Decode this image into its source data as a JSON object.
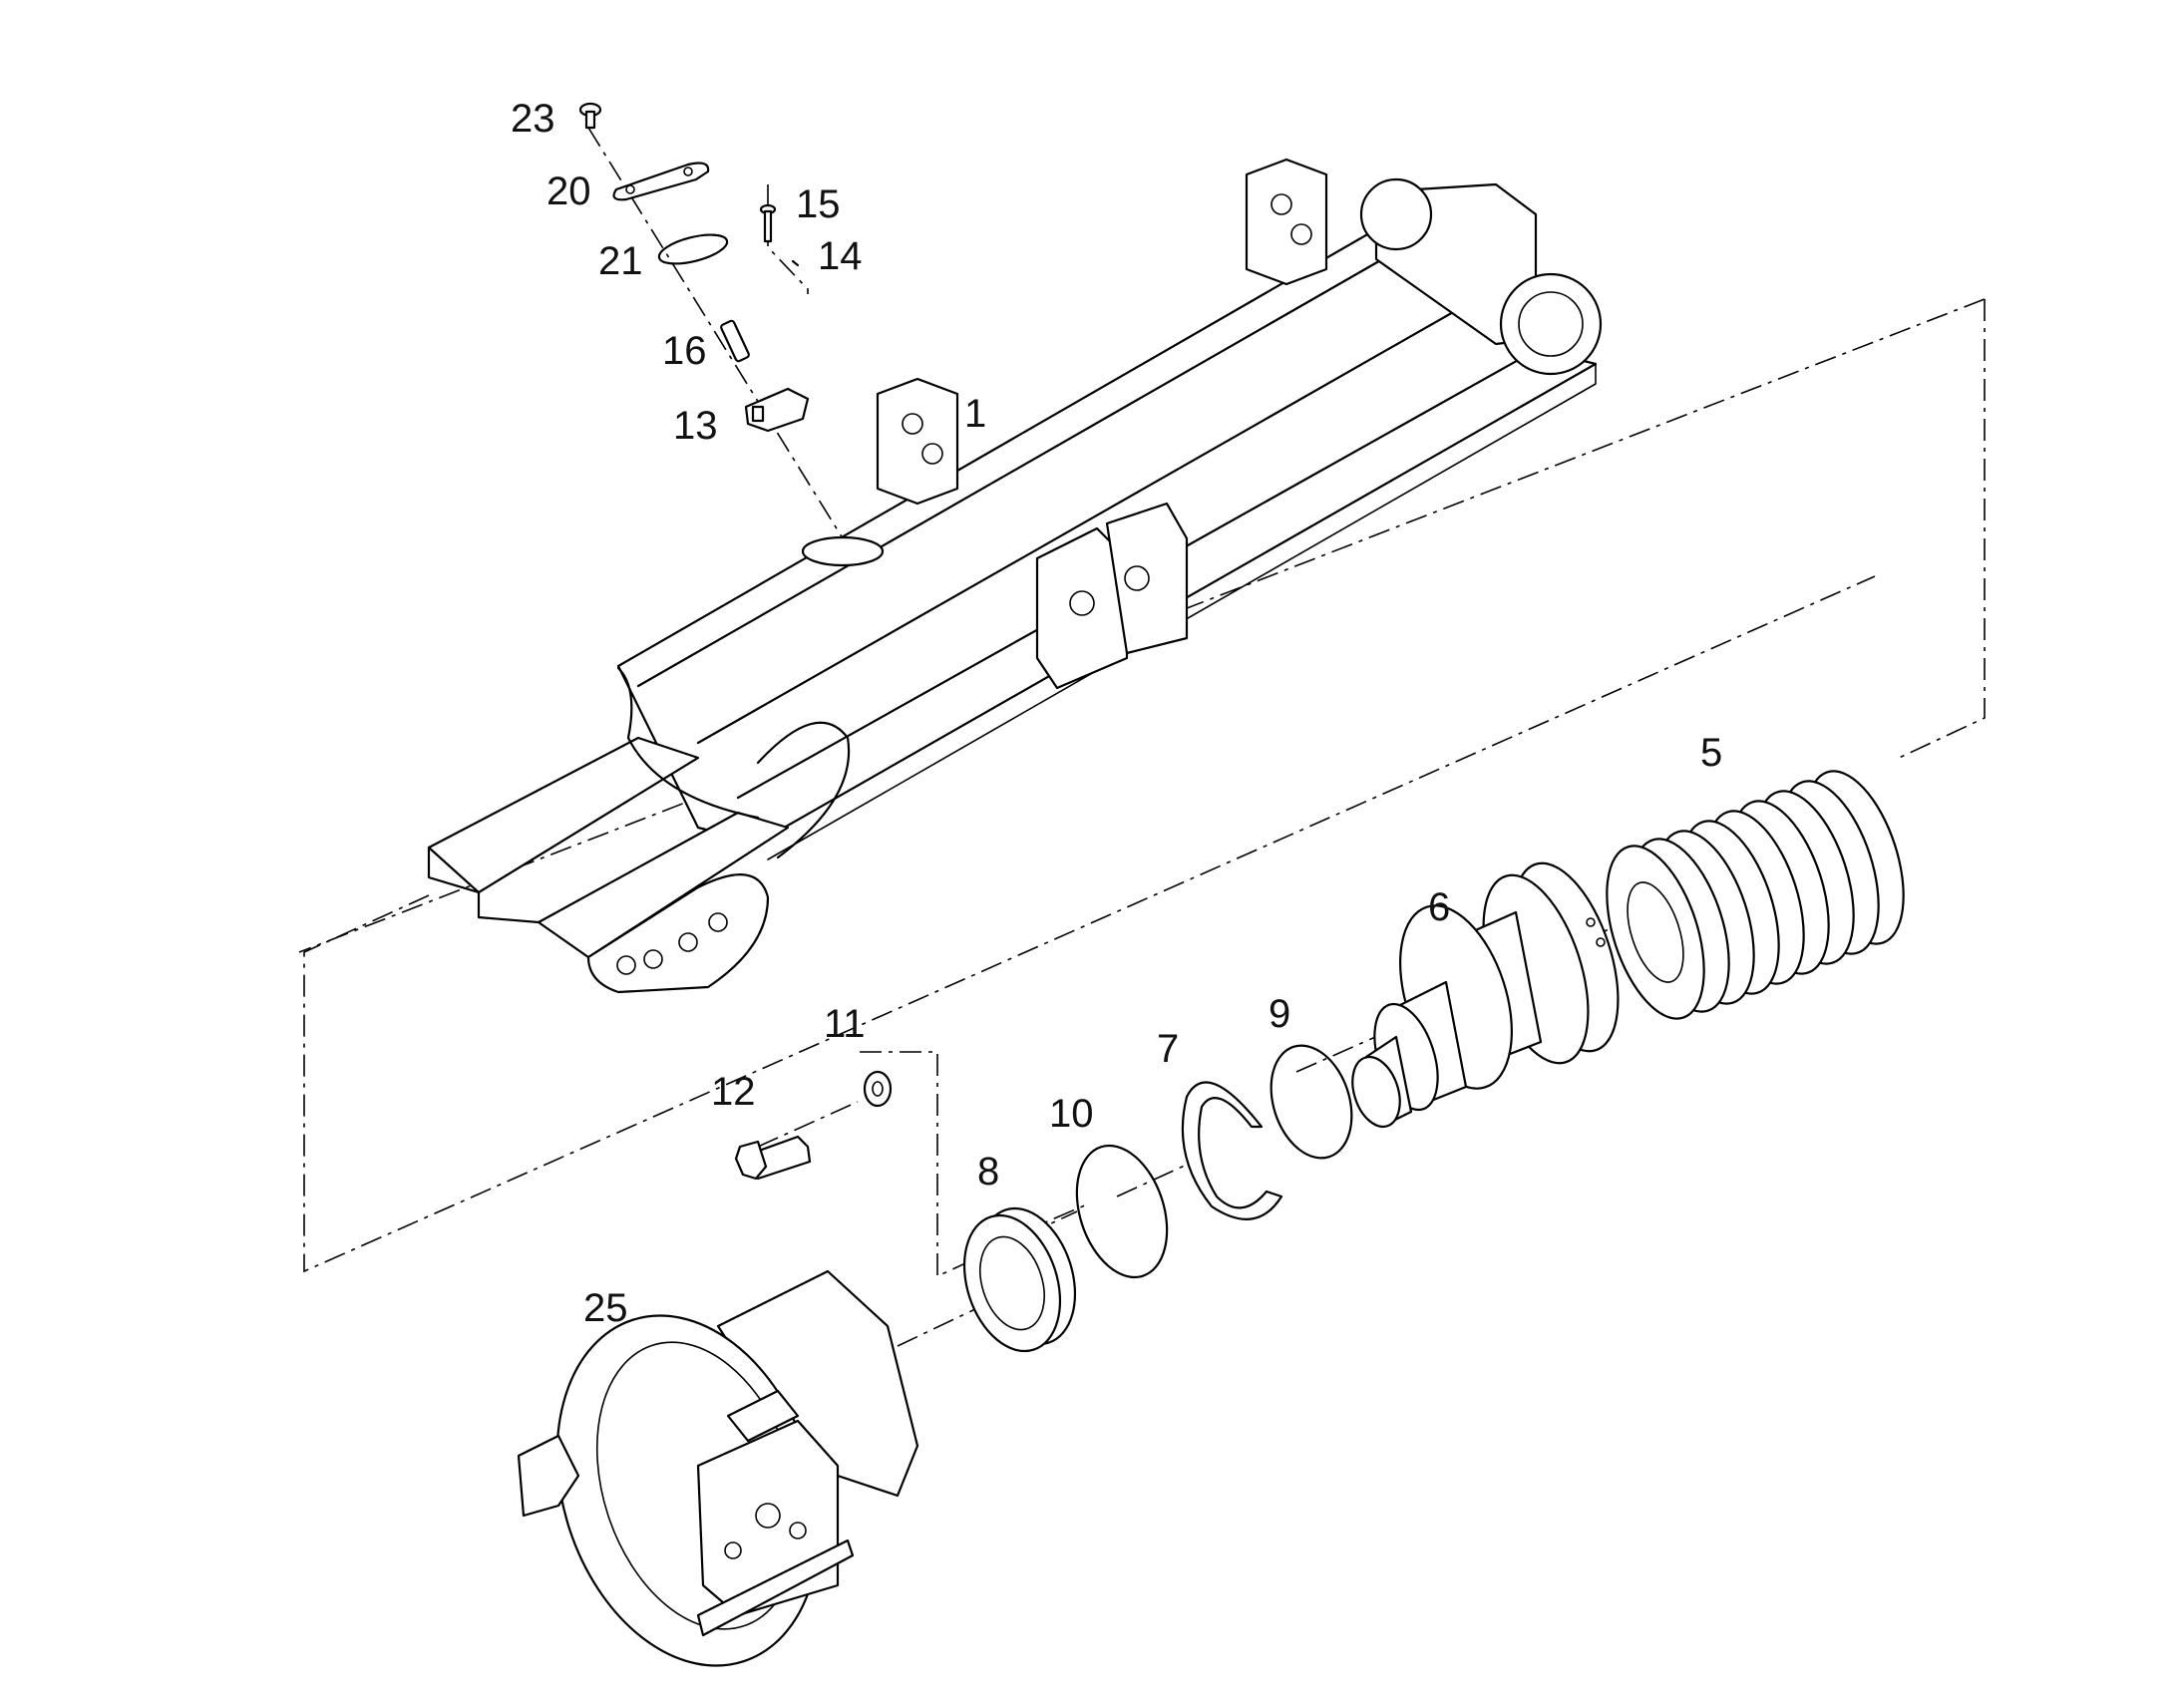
{
  "diagram": {
    "callouts": [
      "23",
      "20",
      "15",
      "21",
      "14",
      "16",
      "13",
      "1",
      "5",
      "6",
      "11",
      "7",
      "9",
      "12",
      "10",
      "8",
      "25"
    ]
  }
}
